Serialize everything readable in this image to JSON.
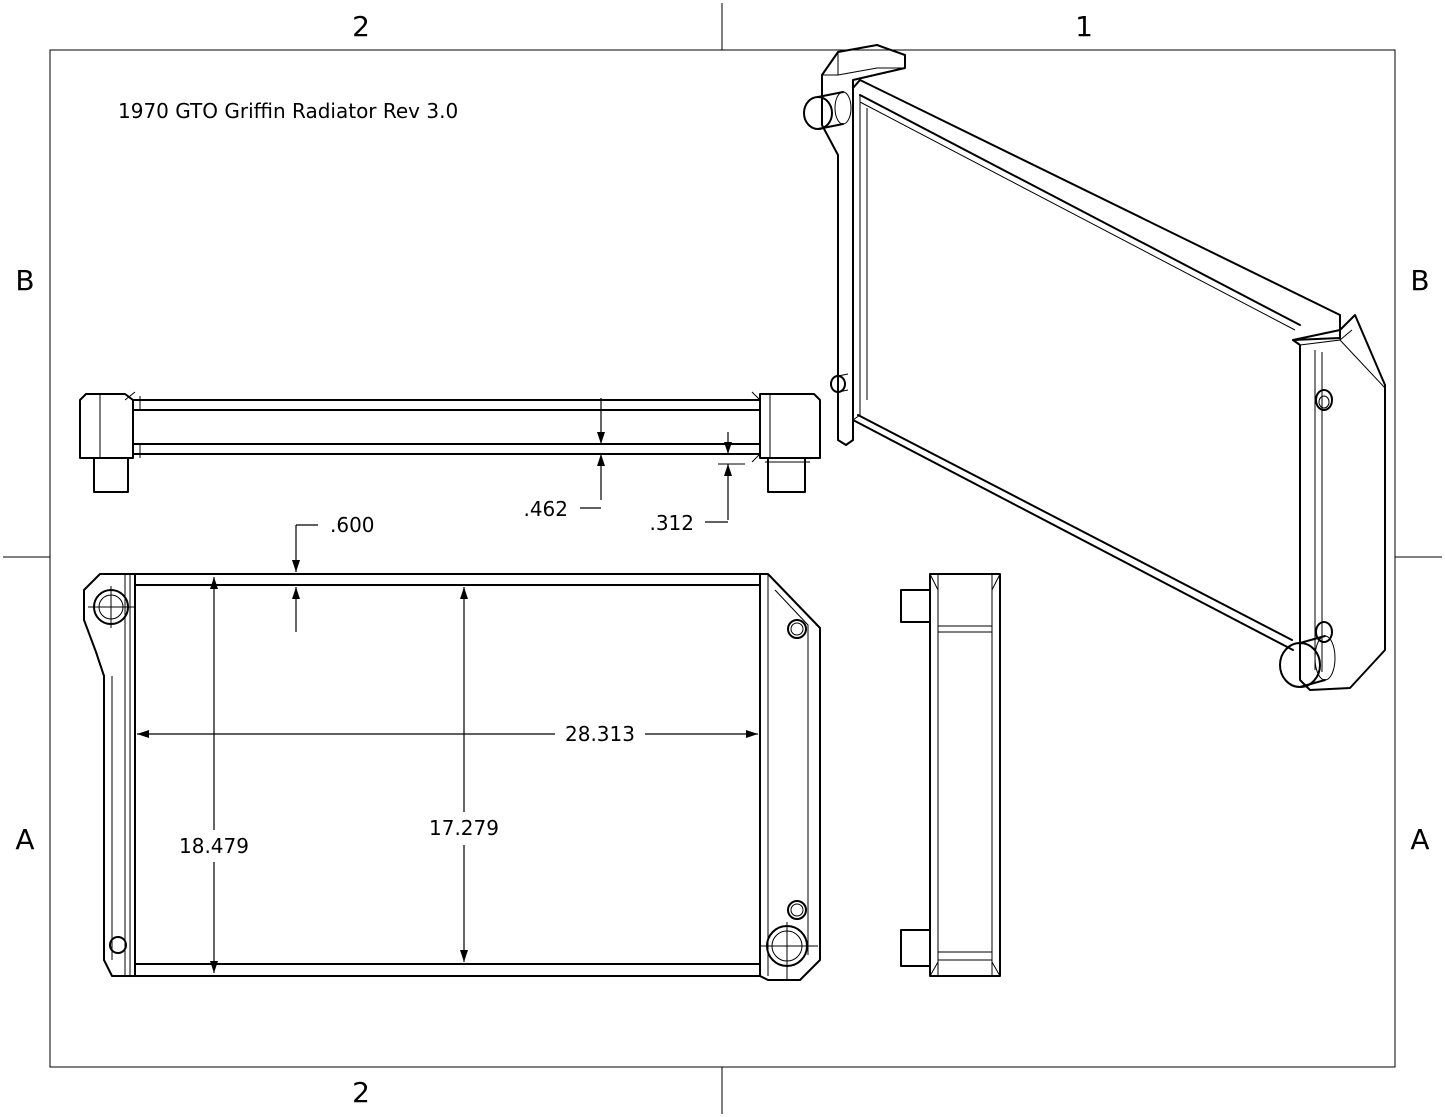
{
  "title": "1970 GTO Griffin Radiator Rev 3.0",
  "zones": {
    "top_left": "2",
    "top_right": "1",
    "bottom_left": "2",
    "left_upper": "B",
    "left_lower": "A",
    "right_upper": "B",
    "right_lower": "A"
  },
  "dimensions": {
    "width": "28.313",
    "overall_height": "18.479",
    "core_height": "17.279",
    "top_tank": ".600",
    "core_thickness": ".462",
    "fin_offset": ".312"
  },
  "colors": {
    "line": "#000000",
    "background": "#ffffff"
  }
}
